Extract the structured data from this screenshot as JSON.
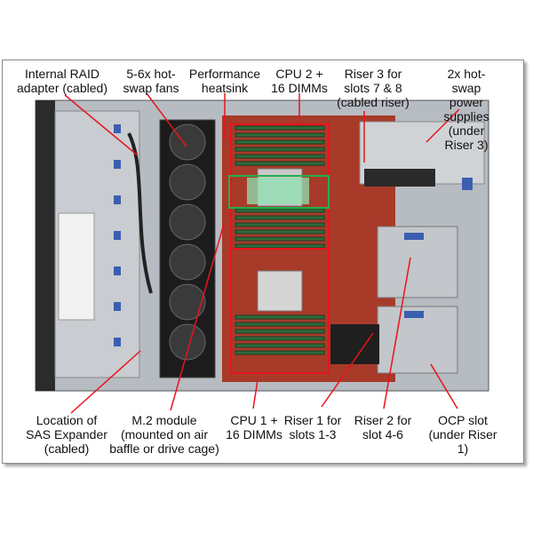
{
  "callouts": {
    "internal_raid": "Internal RAID\nadapter (cabled)",
    "hot_swap_fans": "5-6x hot-\nswap fans",
    "performance_heatsink": "Performance\nheatsink",
    "cpu2": "CPU 2 +\n16 DIMMs",
    "riser3": "Riser 3 for\nslots 7 & 8\n(cabled riser)",
    "power_supplies": "2x hot-swap\npower supplies\n(under Riser 3)",
    "sas_expander": "Location of\nSAS Expander\n(cabled)",
    "m2_module": "M.2 module\n(mounted on air\nbaffle or drive cage)",
    "cpu1": "CPU 1 +\n16 DIMMs",
    "riser1": "Riser 1 for\nslots 1-3",
    "riser2": "Riser 2 for\nslot 4-6",
    "ocp_slot": "OCP slot\n(under Riser 1)"
  },
  "colors": {
    "callout_line": "#e8141c",
    "heatsink_box": "#22b14c",
    "chassis": "#9aa0a6",
    "board": "#a83a2a",
    "dimm": "#2e6b3a"
  }
}
